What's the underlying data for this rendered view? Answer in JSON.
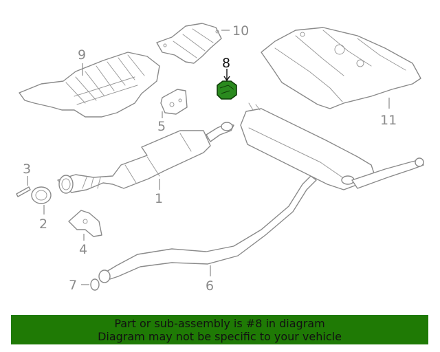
{
  "diagram": {
    "callouts": {
      "c1": "1",
      "c2": "2",
      "c3": "3",
      "c4": "4",
      "c5": "5",
      "c6": "6",
      "c7": "7",
      "c8": "8",
      "c9": "9",
      "c10": "10",
      "c11": "11"
    },
    "highlighted_part": "8",
    "highlight_color": "#2a8a1e",
    "line_color": "#8a8a8a"
  },
  "banner": {
    "line1": "Part or sub-assembly is #8 in diagram",
    "line2": "Diagram may not be specific to your vehicle",
    "background": "#1f7a05"
  }
}
